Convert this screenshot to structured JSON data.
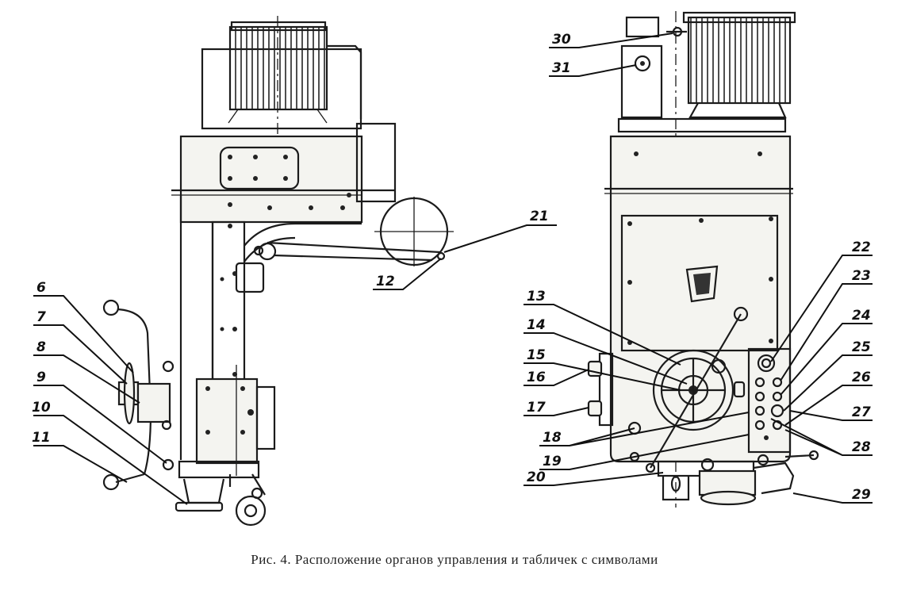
{
  "figure": {
    "caption": "Рис. 4. Расположение органов управления и табличек с символами",
    "left_view_callouts": [
      "6",
      "7",
      "8",
      "9",
      "10",
      "11",
      "12",
      "21"
    ],
    "right_view_callouts": [
      "13",
      "14",
      "15",
      "16",
      "17",
      "18",
      "19",
      "20",
      "22",
      "23",
      "24",
      "25",
      "26",
      "27",
      "28",
      "29",
      "30",
      "31"
    ]
  },
  "labels": {
    "c6": "6",
    "c7": "7",
    "c8": "8",
    "c9": "9",
    "c10": "10",
    "c11": "11",
    "c12": "12",
    "c21": "21",
    "c13": "13",
    "c14": "14",
    "c15": "15",
    "c16": "16",
    "c17": "17",
    "c18": "18",
    "c19": "19",
    "c20": "20",
    "c22": "22",
    "c23": "23",
    "c24": "24",
    "c25": "25",
    "c26": "26",
    "c27": "27",
    "c28": "28",
    "c29": "29",
    "c30": "30",
    "c31": "31"
  }
}
